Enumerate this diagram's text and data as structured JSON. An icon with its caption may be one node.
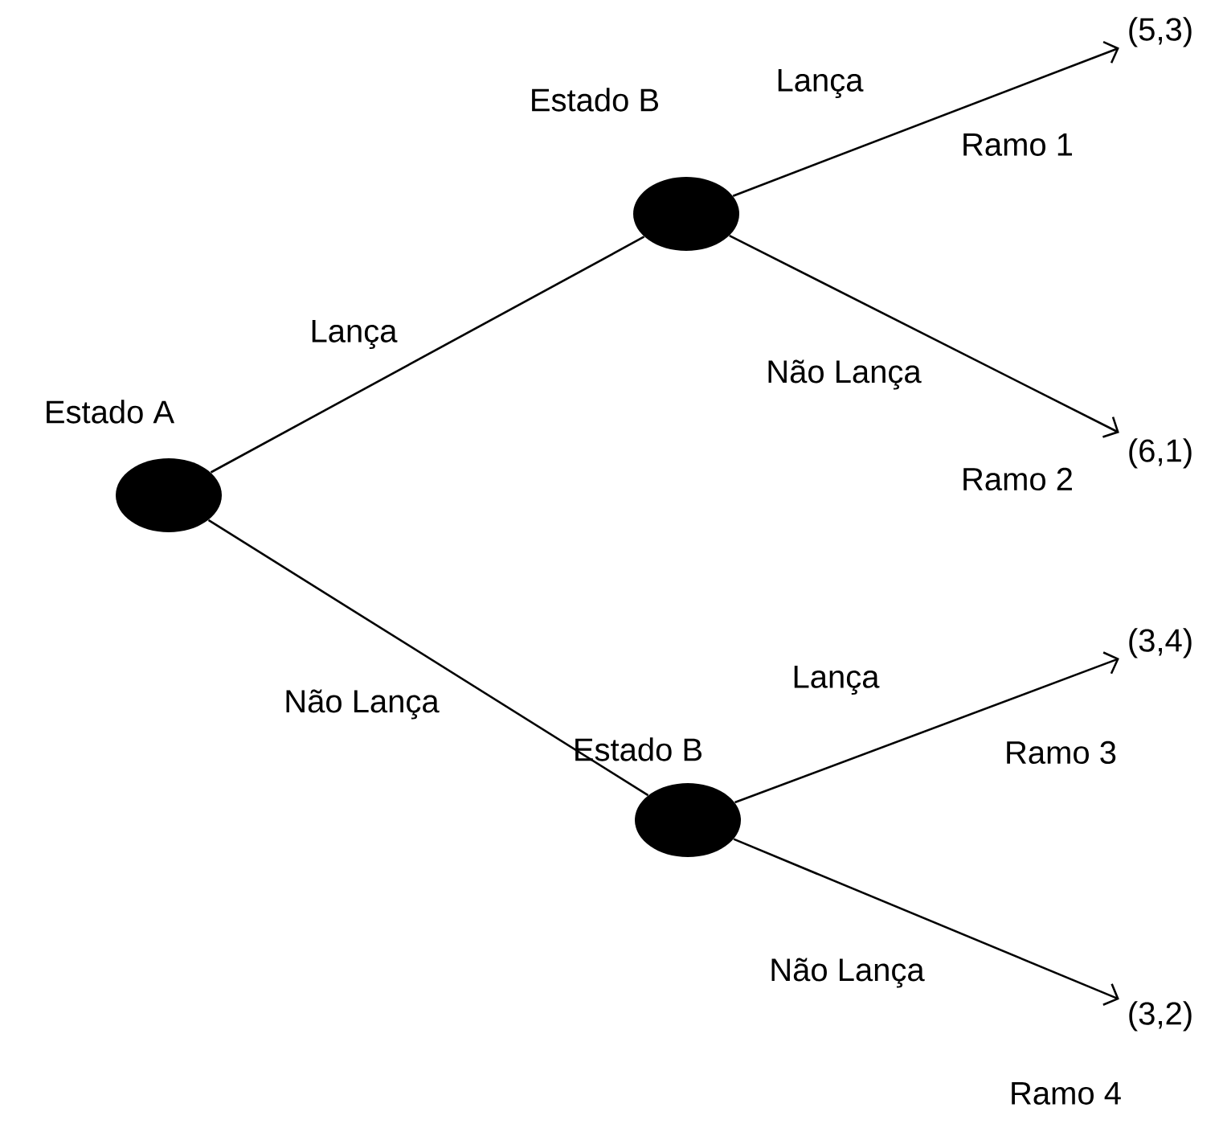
{
  "diagram": {
    "nodes": [
      {
        "text": [
          "Estado A"
        ]
      },
      {
        "text": [
          "Estado B"
        ]
      },
      {
        "text": [
          "Estado B"
        ]
      },
      {
        "text": [
          "(5,3)"
        ],
        "beside": [
          "Ramo 1"
        ]
      },
      {
        "text": [
          "(6,1)"
        ],
        "beside": [
          "Ramo 2"
        ]
      },
      {
        "text": [
          "(3,4)"
        ],
        "beside": [
          "Ramo 3"
        ]
      },
      {
        "text": [
          "(3,2)"
        ],
        "beside": [
          "Ramo 4"
        ]
      }
    ],
    "edges": [
      {
        "from": 0,
        "to": 1,
        "arrow": "none",
        "label": "Lança"
      },
      {
        "from": 0,
        "to": 2,
        "arrow": "none",
        "label": "Não Lança"
      },
      {
        "from": 1,
        "to": 3,
        "arrow": "to",
        "label": "Lança"
      },
      {
        "from": 1,
        "to": 4,
        "arrow": "to",
        "label": "Não Lança"
      },
      {
        "from": 2,
        "to": 5,
        "arrow": "to",
        "label": "Lança"
      },
      {
        "from": 2,
        "to": 6,
        "arrow": "to",
        "label": "Não Lança"
      }
    ]
  }
}
